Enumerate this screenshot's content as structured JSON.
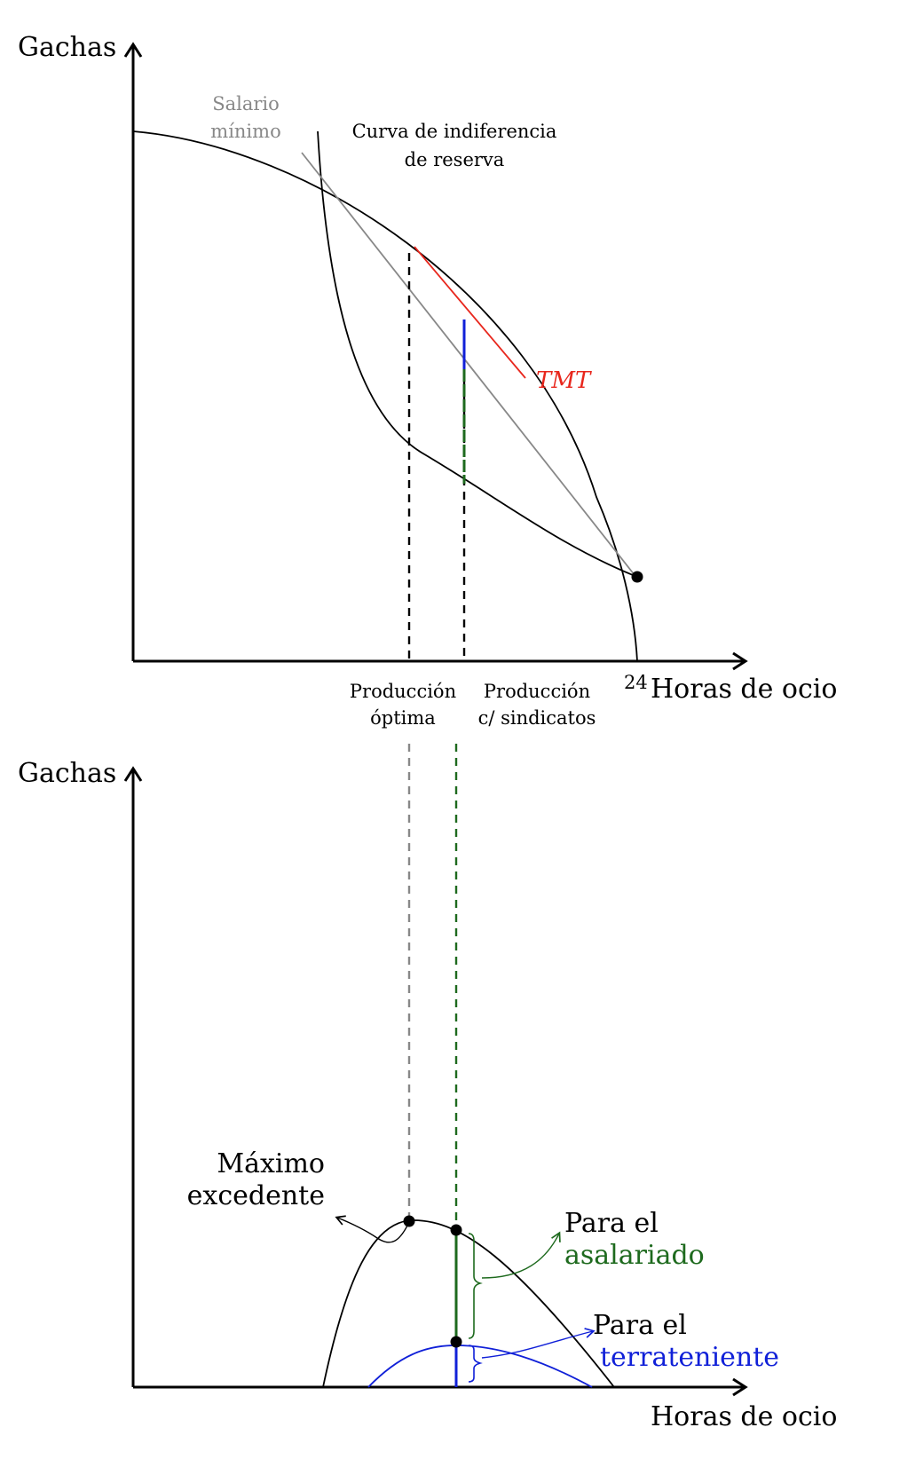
{
  "colors": {
    "wage_line": "#888888",
    "mpl_tangent": "#e8271d",
    "worker_share": "#1e6a1e",
    "landlord_share": "#1020d8",
    "ink": "#000000",
    "optimal_guide": "#888888"
  },
  "top_panel": {
    "y_axis_label": "Gachas",
    "x_axis_label": "Horas de ocio",
    "x_end_tick": "24",
    "wage_label": [
      "Salario",
      "mínimo"
    ],
    "indifference_label": [
      "Curva de indiferencia",
      "de reserva"
    ],
    "mpl_label": "TMT",
    "optimal_label": [
      "Producción",
      "óptima"
    ],
    "union_label": [
      "Producción",
      "c/ sindicatos"
    ]
  },
  "bottom_panel": {
    "y_axis_label": "Gachas",
    "x_axis_label": "Horas de ocio",
    "max_surplus_label": [
      "Máximo",
      "excedente"
    ],
    "worker_label": [
      "Para el",
      "asalariado"
    ],
    "landlord_label": [
      "Para el",
      "terrateniente"
    ]
  }
}
